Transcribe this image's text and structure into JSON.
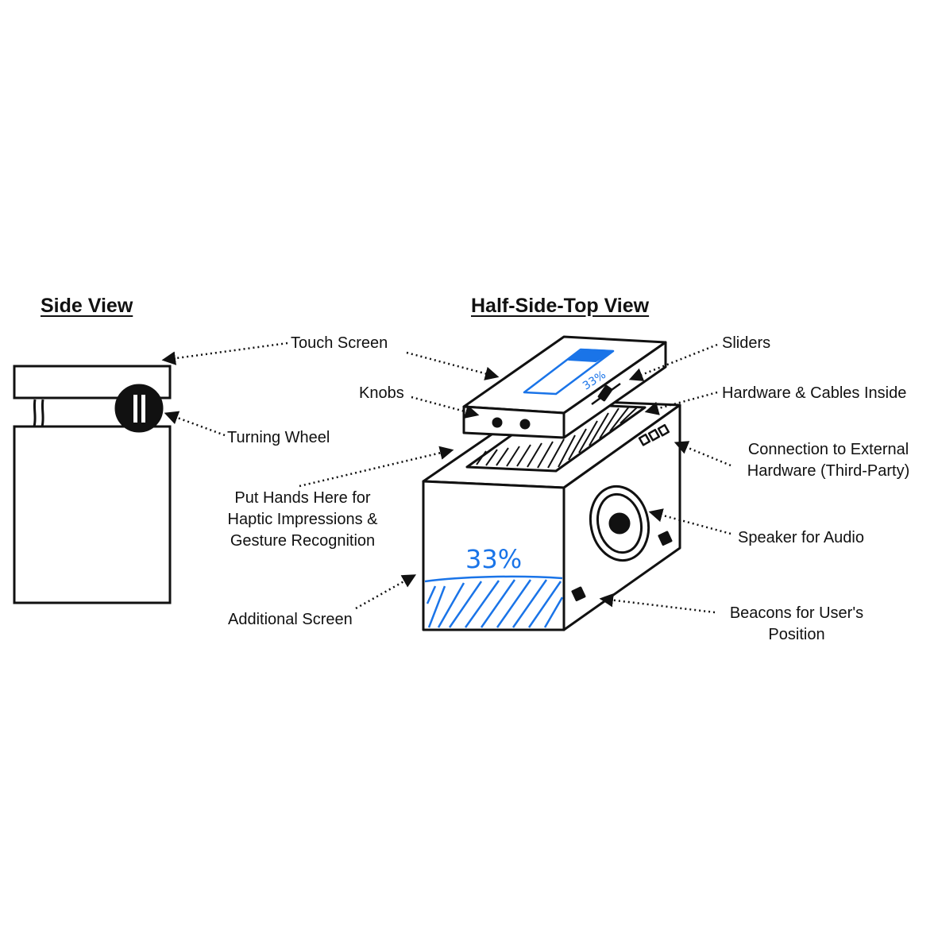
{
  "headings": {
    "side_view": "Side View",
    "half_side_top_view": "Half-Side-Top View"
  },
  "labels": {
    "touch_screen": "Touch Screen",
    "turning_wheel": "Turning Wheel",
    "knobs": "Knobs",
    "sliders": "Sliders",
    "hardware_cables": "Hardware & Cables Inside",
    "connection": [
      "Connection to External",
      "Hardware (Third-Party)"
    ],
    "put_hands": [
      "Put Hands Here for",
      "Haptic Impressions &",
      "Gesture Recognition"
    ],
    "speaker": "Speaker for Audio",
    "additional_screen": "Additional Screen",
    "beacons": [
      "Beacons for User's",
      "Position"
    ]
  },
  "screens": {
    "top_percent": "33%",
    "front_percent": "33%"
  },
  "colors": {
    "ink": "#111111",
    "accent_blue": "#1a74e8"
  }
}
